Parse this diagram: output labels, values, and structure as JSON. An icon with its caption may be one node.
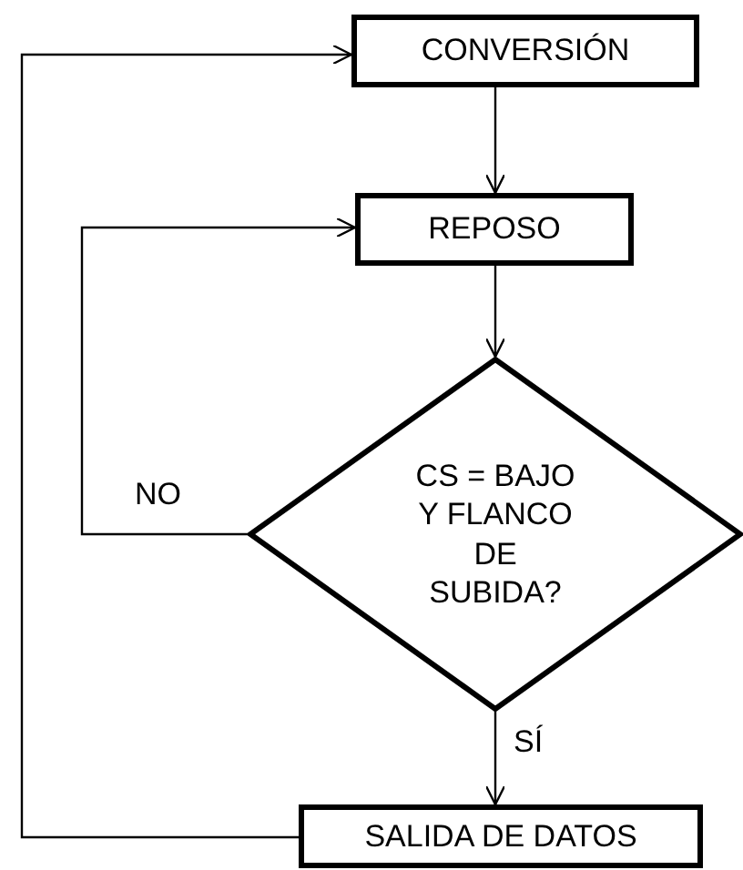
{
  "diagram": {
    "nodes": [
      {
        "text": [
          "CONVERSIÓN"
        ]
      },
      {
        "text": [
          "REPOSO"
        ]
      },
      {
        "text": [
          "CS = BAJO Y FLANCO DE SUBIDA?"
        ]
      },
      {
        "text": [
          "SALIDA DE DATOS"
        ]
      }
    ],
    "edges": [
      {
        "from": 0,
        "to": 1,
        "arrow": "to"
      },
      {
        "from": 1,
        "to": 2,
        "arrow": "to"
      },
      {
        "from": 2,
        "to": 1,
        "arrow": "to",
        "label": "NO"
      },
      {
        "from": 2,
        "to": 3,
        "arrow": "to",
        "label": "SÍ"
      },
      {
        "from": 3,
        "to": 0,
        "arrow": "to"
      }
    ]
  }
}
